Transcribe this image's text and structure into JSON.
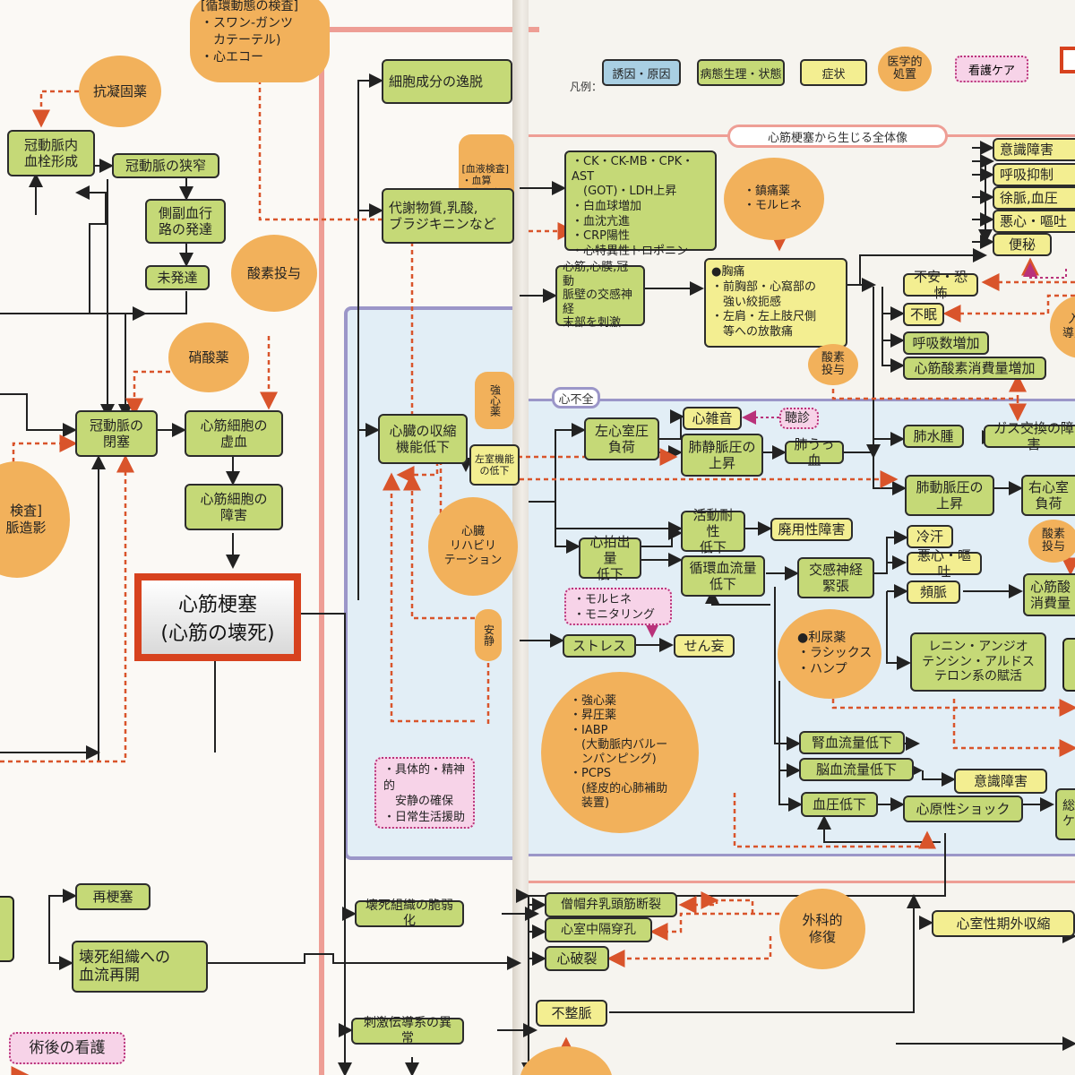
{
  "legend": {
    "label": "凡例：",
    "items": [
      {
        "label": "誘因・原因",
        "kind": "cause"
      },
      {
        "label": "病態生理・状態",
        "kind": "state"
      },
      {
        "label": "症状",
        "kind": "symptom"
      },
      {
        "label": "医学的\n処置",
        "kind": "treatment"
      },
      {
        "label": "看護ケア",
        "kind": "care"
      }
    ]
  },
  "sections": {
    "overall": "心筋梗塞から生じる全体像",
    "heart_failure": "心不全"
  },
  "center": {
    "line1": "心筋梗塞",
    "line2": "(心筋の壊死)"
  },
  "left_nodes": {
    "thrombus": "冠動脈内\n血栓形成",
    "stenosis": "冠動脈の狭窄",
    "collateral": "側副血行\n路の発達",
    "undeveloped": "未発達",
    "occlusion": "冠動脈の\n閉塞",
    "ischemia": "心筋細胞の\n虚血",
    "injury": "心筋細胞の\n障害",
    "reinfarction": "再梗塞",
    "reperfusion": "壊死組織への\n血流再開"
  },
  "left_circles": {
    "anticoag": "抗凝固薬",
    "oxygen": "酸素投与",
    "nitrate": "硝酸薬",
    "angio_fragment": "検査]\n脈造影"
  },
  "exam": "[循環動態の検査]\n・スワン-ガンツ\n　カテーテル)\n・心エコー",
  "post_op": "術後の看護",
  "mid_nodes": {
    "leak": "細胞成分の逸脱",
    "metabolites": "代謝物質,乳酸,\nブラジキニンなど",
    "contractility": "心臓の収縮\n機能低下",
    "lv_fragment": "左室機能の低下",
    "fragility": "壊死組織の脆弱化",
    "conduction": "刺激伝導系の異常"
  },
  "mid_strips": {
    "blood_test": "[血液検査]\n・血算\n・生化学\n・血液凝固",
    "cardiotonic_frag": "強心薬",
    "rest_frag": "安静"
  },
  "mid_circles": {
    "rehab": "心臓\nリハビリ\nテーション"
  },
  "mid_care": "・具体的・精神的\n　安静の確保\n・日常生活援助",
  "right_nodes": {
    "lab_markers": "・CK・CK-MB・CPK・AST\n　(GOT)・LDH上昇\n・白血球増加\n・血沈亢進\n・CRP陽性\n・心特異性トロポニン",
    "nerve_stim": "心筋,心膜,冠動\n脈壁の交感神経\n末部を刺激",
    "pain": "●胸痛\n・前胸部・心窩部の\n　強い絞扼感\n・左肩・左上肢尺側\n　等への放散痛",
    "consciousness1": "意識障害",
    "resp_depression": "呼吸抑制",
    "bradycardia": "徐脈,血圧",
    "nausea1": "悪心・嘔吐",
    "constipation": "便秘",
    "anxiety": "不安・恐怖",
    "insomnia": "不眠",
    "resp_rate": "呼吸数増加",
    "o2_consumption": "心筋酸素消費量増加",
    "lv_pressure": "左心室圧\n負荷",
    "murmur": "心雑音",
    "pv_pressure": "肺静脈圧の\n上昇",
    "pulm_congestion": "肺うっ血",
    "pulm_edema": "肺水腫",
    "gas_exchange": "ガス交換の障害",
    "pa_pressure": "肺動脈圧の\n上昇",
    "rv_load": "右心室\n負荷",
    "activity": "活動耐性\n低下",
    "disuse": "廃用性障害",
    "co_down": "心拍出量\n低下",
    "circ_down": "循環血流量\n低下",
    "sympathetic": "交感神経\n緊張",
    "cold_sweat": "冷汗",
    "nausea2": "悪心・嘔吐",
    "tachycardia": "頻脈",
    "myo_o2": "心筋酸\n消費量",
    "raas": "レニン・アンジオ\nテンシン・アルドス\nテロン系の賦活",
    "stress": "ストレス",
    "delirium": "せん妄",
    "renal": "腎血流量低下",
    "cerebral": "脳血流量低下",
    "consciousness2": "意識障害",
    "bp_down": "血圧低下",
    "shock": "心原性ショック",
    "edge_fragment": "総\nケ",
    "papillary": "僧帽弁乳頭筋断裂",
    "vsd": "心室中隔穿孔",
    "rupture": "心破裂",
    "arrhythmia": "不整脈",
    "pvc": "心室性期外収縮"
  },
  "right_circles": {
    "analgesic": "・鎮痛薬\n・モルヒネ",
    "oxygen2": "酸素\n投与",
    "intro_frag": "入\n導入",
    "diuretic": "●利尿薬\n・ラシックス\n・ハンプ",
    "inotropes": "・強心薬\n・昇圧薬\n・IABP\n　(大動脈内バルー\n　ンパンピング)\n・PCPS\n　(経皮的心肺補助\n　装置)",
    "surgery": "外科的\n修復",
    "oxygen3": "酸素\n投与"
  },
  "right_care": {
    "auscultation": "聴診",
    "morphine_monitor": "・モルヒネ\n・モニタリング"
  },
  "colors": {
    "state_box": "#c5d977",
    "symptom_box": "#f3ee91",
    "cause_box": "#a9cfe3",
    "treatment_circle": "#f2b15b",
    "care_box": "#f7d3e8",
    "section_red": "#ee9e95",
    "section_purple": "#9b96c8",
    "heart_failure_fill": "#e2eef6",
    "infarction_border": "#d7421e",
    "dotted_arrow": "#d9542b"
  }
}
